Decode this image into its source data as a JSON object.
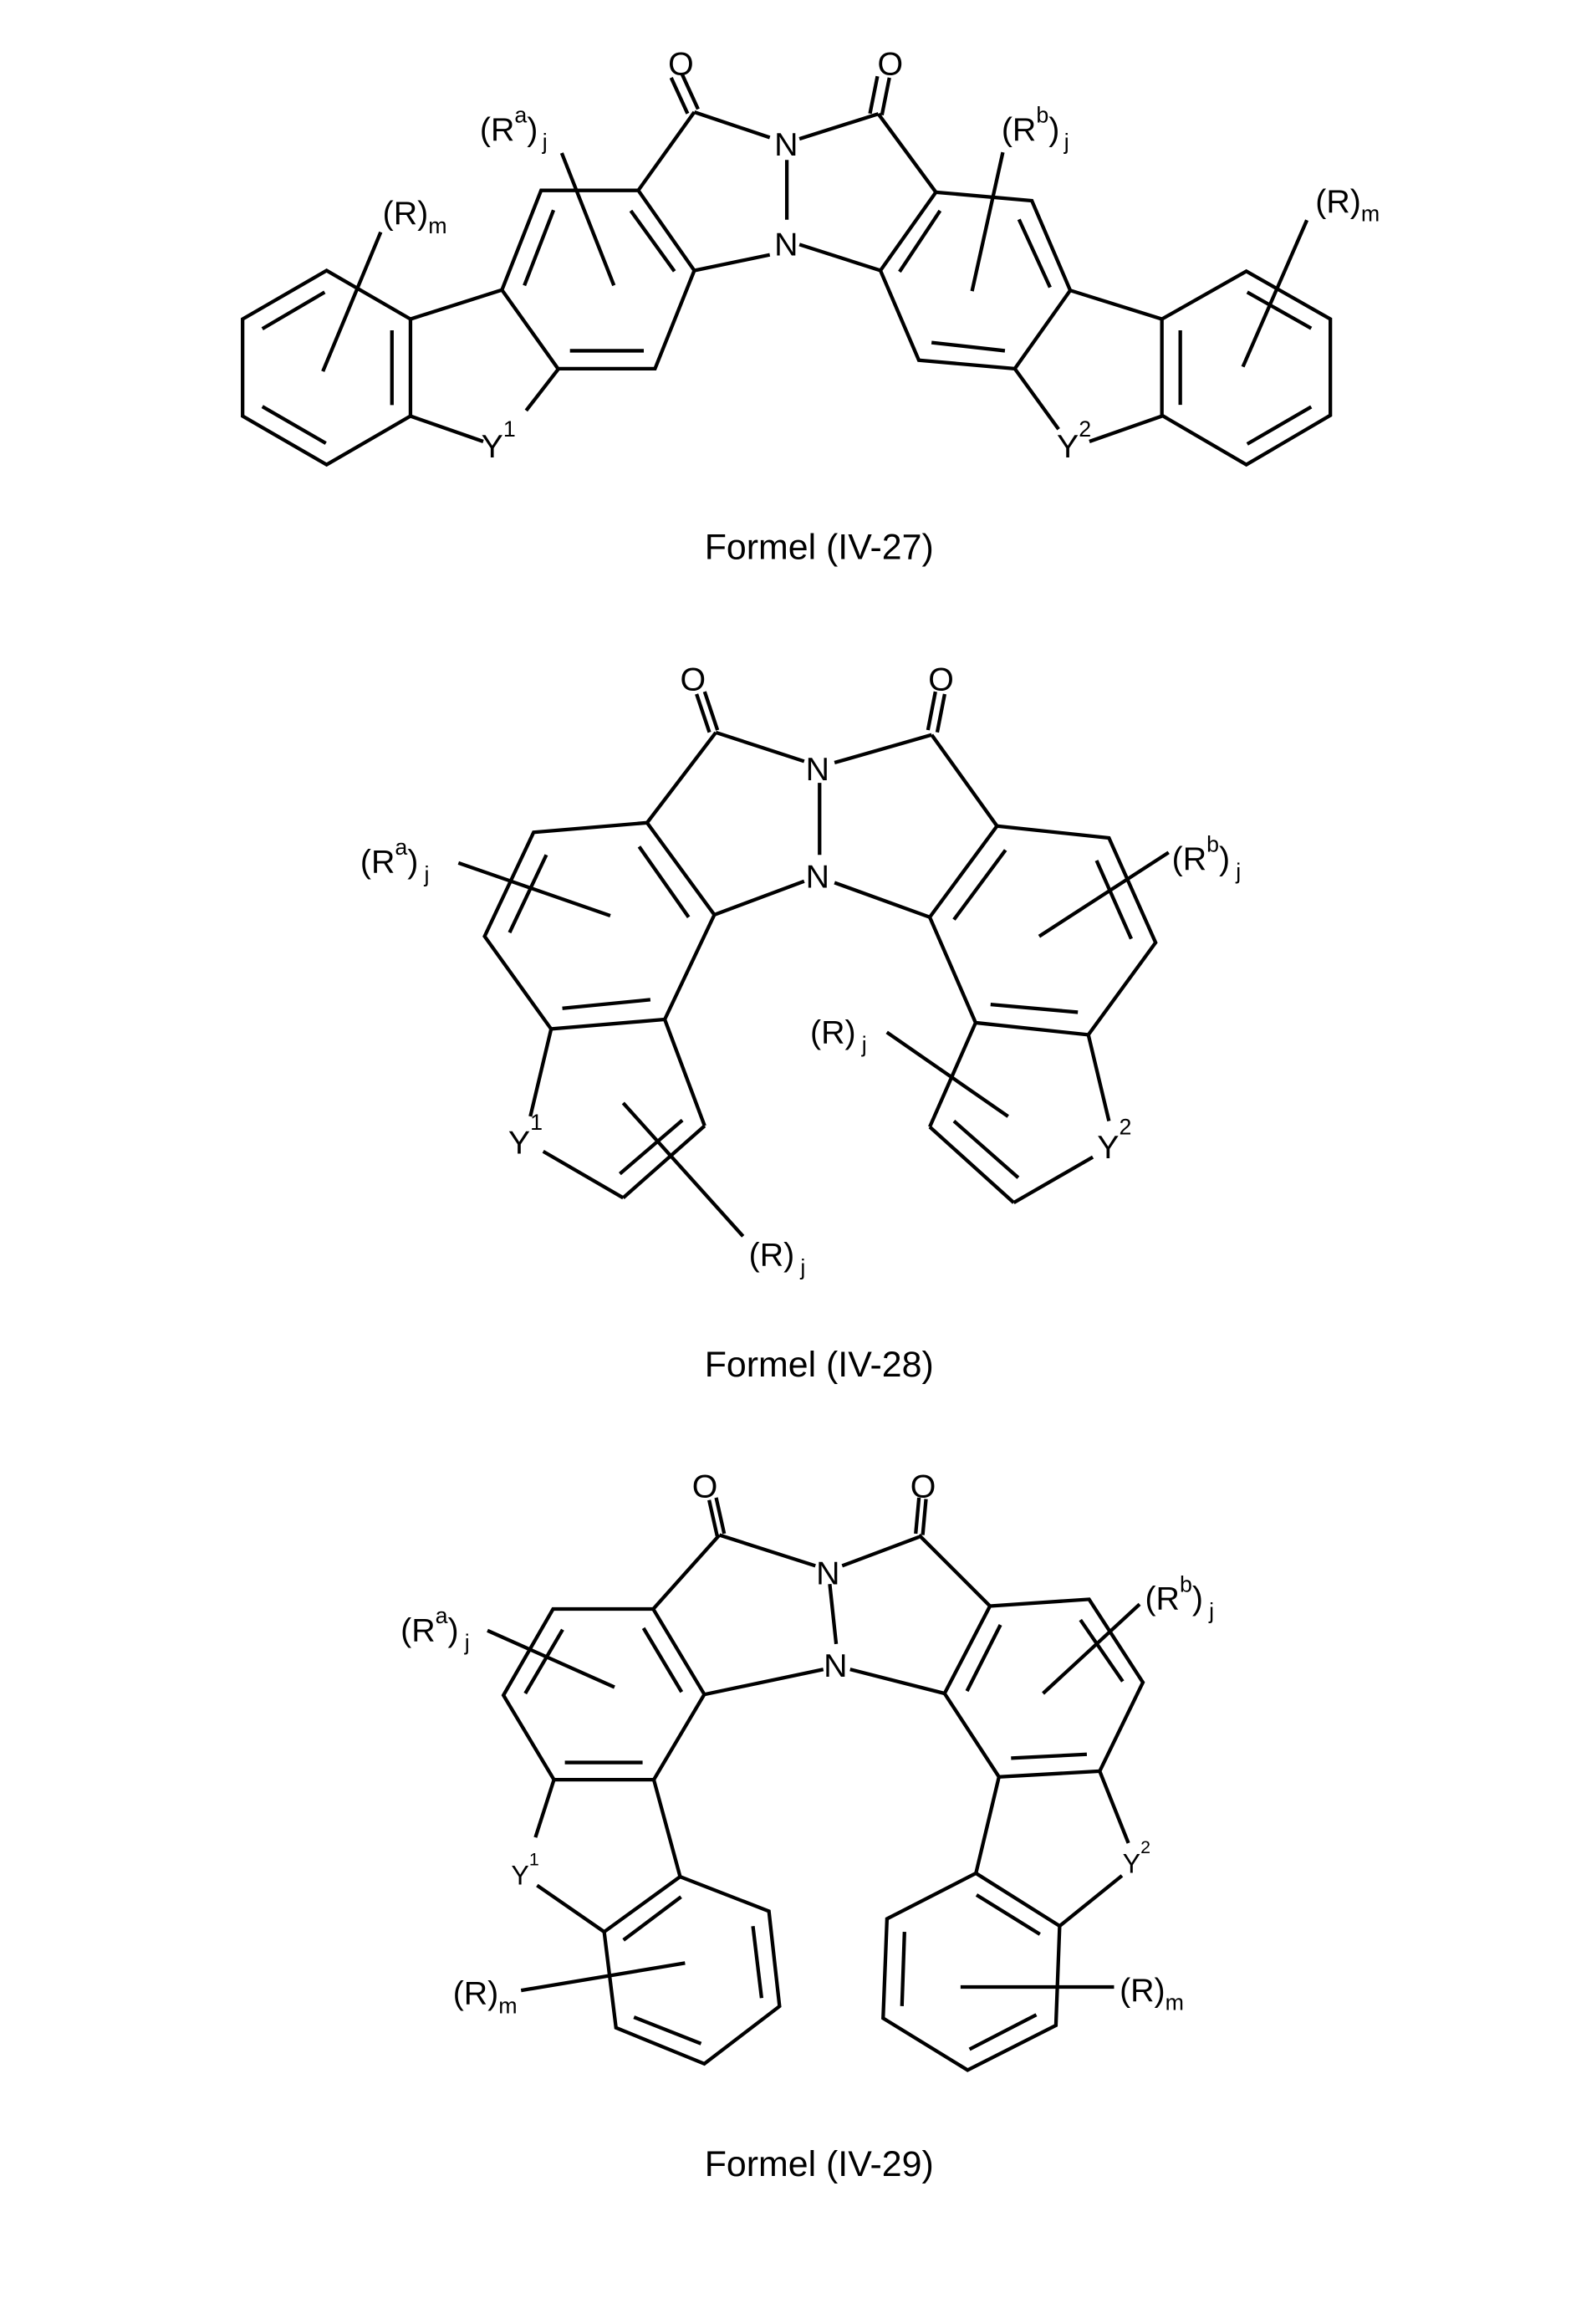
{
  "document": {
    "type": "patent-chemical-structure-sheet",
    "background": "#ffffff",
    "ink_color": "#000000"
  },
  "formulas": [
    {
      "id": "IV-27",
      "caption": "Formel (IV-27)",
      "atoms": {
        "oxygen_left": "O",
        "oxygen_right": "O",
        "nitrogen_top": "N",
        "nitrogen_bottom": "N"
      },
      "heteroatoms": {
        "y1": "Y",
        "y1_index": "1",
        "y2": "Y",
        "y2_index": "2"
      },
      "substituents": {
        "left_aryl": {
          "open": "(R)",
          "index": "m"
        },
        "left_core": {
          "open": "(R",
          "sup": "a",
          "close": ")",
          "index": "j"
        },
        "right_core": {
          "open": "(R",
          "sup": "b",
          "close": ")",
          "index": "j"
        },
        "right_aryl": {
          "open": "(R)",
          "index": "m"
        }
      }
    },
    {
      "id": "IV-28",
      "caption": "Formel (IV-28)",
      "atoms": {
        "oxygen_left": "O",
        "oxygen_right": "O",
        "nitrogen_top": "N",
        "nitrogen_bottom": "N"
      },
      "heteroatoms": {
        "y1": "Y",
        "y1_index": "1",
        "y2": "Y",
        "y2_index": "2"
      },
      "substituents": {
        "left_core": {
          "open": "(R",
          "sup": "a",
          "close": ")",
          "index": "j"
        },
        "right_core": {
          "open": "(R",
          "sup": "b",
          "close": ")",
          "index": "j"
        },
        "left_ring": {
          "open": "(R)",
          "index": "j"
        },
        "right_ring": {
          "open": "(R)",
          "index": "j"
        }
      }
    },
    {
      "id": "IV-29",
      "caption": "Formel (IV-29)",
      "atoms": {
        "oxygen_left": "O",
        "oxygen_right": "O",
        "nitrogen_top": "N",
        "nitrogen_bottom": "N"
      },
      "heteroatoms": {
        "y1": "Y",
        "y1_index": "1",
        "y2": "Y",
        "y2_index": "2"
      },
      "substituents": {
        "left_core": {
          "open": "(R",
          "sup": "a",
          "close": ")",
          "index": "j"
        },
        "right_core": {
          "open": "(R",
          "sup": "b",
          "close": ")",
          "index": "j"
        },
        "left_aryl": {
          "open": "(R)",
          "index": "m"
        },
        "right_aryl": {
          "open": "(R)",
          "index": "m"
        }
      }
    }
  ]
}
